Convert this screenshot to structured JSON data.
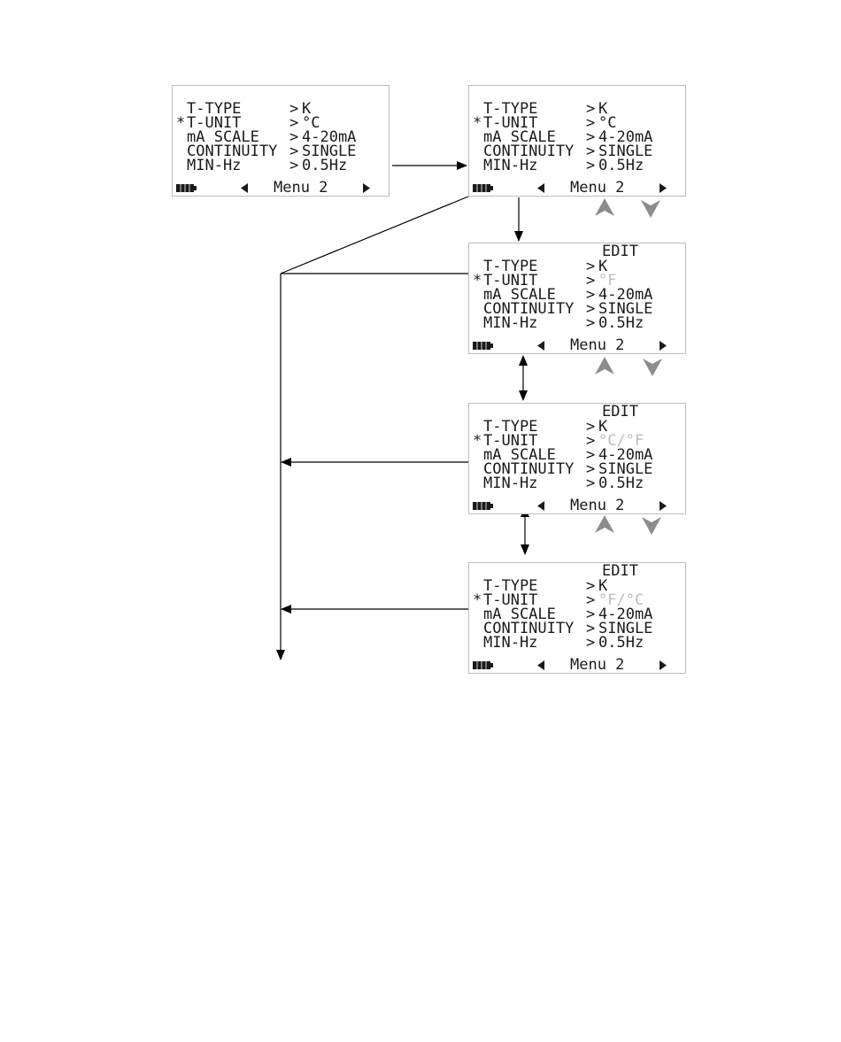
{
  "screens": [
    {
      "edit": "",
      "rows": [
        {
          "star": "",
          "label": "T-TYPE",
          "gt": ">",
          "value": "K",
          "dim": false
        },
        {
          "star": "*",
          "label": "T-UNIT",
          "gt": ">",
          "value": "°C",
          "dim": false
        },
        {
          "star": "",
          "label": "mA SCALE",
          "gt": ">",
          "value": "4-20mA",
          "dim": false
        },
        {
          "star": "",
          "label": "CONTINUITY",
          "gt": ">",
          "value": "SINGLE",
          "dim": false
        },
        {
          "star": "",
          "label": "MIN-Hz",
          "gt": ">",
          "value": "0.5Hz",
          "dim": false
        }
      ],
      "menu": "Menu 2"
    },
    {
      "edit": "",
      "rows": [
        {
          "star": "",
          "label": "T-TYPE",
          "gt": ">",
          "value": "K",
          "dim": false
        },
        {
          "star": "*",
          "label": "T-UNIT",
          "gt": ">",
          "value": "°C",
          "dim": false
        },
        {
          "star": "",
          "label": "mA SCALE",
          "gt": ">",
          "value": "4-20mA",
          "dim": false
        },
        {
          "star": "",
          "label": "CONTINUITY",
          "gt": ">",
          "value": "SINGLE",
          "dim": false
        },
        {
          "star": "",
          "label": "MIN-Hz",
          "gt": ">",
          "value": "0.5Hz",
          "dim": false
        }
      ],
      "menu": "Menu 2"
    },
    {
      "edit": "EDIT",
      "rows": [
        {
          "star": "",
          "label": "T-TYPE",
          "gt": ">",
          "value": "K",
          "dim": false
        },
        {
          "star": "*",
          "label": "T-UNIT",
          "gt": ">",
          "value": "°F",
          "dim": true
        },
        {
          "star": "",
          "label": "mA SCALE",
          "gt": ">",
          "value": "4-20mA",
          "dim": false
        },
        {
          "star": "",
          "label": "CONTINUITY",
          "gt": ">",
          "value": "SINGLE",
          "dim": false
        },
        {
          "star": "",
          "label": "MIN-Hz",
          "gt": ">",
          "value": "0.5Hz",
          "dim": false
        }
      ],
      "menu": "Menu 2"
    },
    {
      "edit": "EDIT",
      "rows": [
        {
          "star": "",
          "label": "T-TYPE",
          "gt": ">",
          "value": "K",
          "dim": false
        },
        {
          "star": "*",
          "label": "T-UNIT",
          "gt": ">",
          "value": "°C/°F",
          "dim": true
        },
        {
          "star": "",
          "label": "mA SCALE",
          "gt": ">",
          "value": "4-20mA",
          "dim": false
        },
        {
          "star": "",
          "label": "CONTINUITY",
          "gt": ">",
          "value": "SINGLE",
          "dim": false
        },
        {
          "star": "",
          "label": "MIN-Hz",
          "gt": ">",
          "value": "0.5Hz",
          "dim": false
        }
      ],
      "menu": "Menu 2"
    },
    {
      "edit": "EDIT",
      "rows": [
        {
          "star": "",
          "label": "T-TYPE",
          "gt": ">",
          "value": "K",
          "dim": false
        },
        {
          "star": "*",
          "label": "T-UNIT",
          "gt": ">",
          "value": "°F/°C",
          "dim": true
        },
        {
          "star": "",
          "label": "mA SCALE",
          "gt": ">",
          "value": "4-20mA",
          "dim": false
        },
        {
          "star": "",
          "label": "CONTINUITY",
          "gt": ">",
          "value": "SINGLE",
          "dim": false
        },
        {
          "star": "",
          "label": "MIN-Hz",
          "gt": ">",
          "value": "0.5Hz",
          "dim": false
        }
      ],
      "menu": "Menu 2"
    }
  ],
  "colors": {
    "text": "#1a1a1a",
    "dim_value": "#bcbcbc",
    "nav_key": "#8c8c8c",
    "line": "#000000"
  },
  "icons": {
    "battery": "battery-icon",
    "left": "triangle-left-icon",
    "right": "triangle-right-icon",
    "up_key": "up-key-icon",
    "down_key": "down-key-icon"
  }
}
